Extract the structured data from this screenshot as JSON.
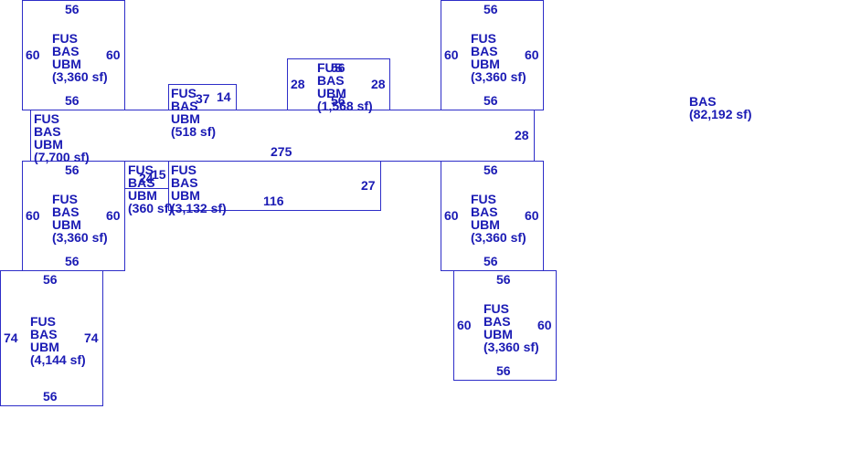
{
  "sketch": {
    "total": {
      "code": "BAS",
      "area": "(82,192 sf)"
    },
    "main_corridor": {
      "codes": [
        "FUS",
        "BAS",
        "UBM"
      ],
      "area": "(7,700 sf)",
      "dims": {
        "length": "275",
        "depth": "28"
      }
    },
    "lower_corridor": {
      "codes": [
        "FUS",
        "BAS",
        "UBM"
      ],
      "area": "(3,132 sf)",
      "dims": {
        "length": "116",
        "depth": "27"
      }
    },
    "lower_small": {
      "codes": [
        "FUS",
        "BAS",
        "UBM"
      ],
      "area": "(360 sf)",
      "dims": {
        "a": "24",
        "b": "15"
      }
    },
    "upper_small": {
      "codes": [
        "FUS",
        "BAS",
        "UBM"
      ],
      "area": "(518 sf)",
      "dims": {
        "a": "37",
        "b": "14"
      }
    },
    "upper_mid": {
      "codes": [
        "FUS",
        "BAS",
        "UBM"
      ],
      "area": "(1,568 sf)",
      "dims": {
        "top": "56",
        "inner": "56",
        "left": "28",
        "right": "28"
      }
    },
    "top_left": {
      "codes": [
        "FUS",
        "BAS",
        "UBM"
      ],
      "area": "(3,360 sf)",
      "dims": {
        "top": "56",
        "bottom": "56",
        "left": "60",
        "right": "60"
      }
    },
    "top_right": {
      "codes": [
        "FUS",
        "BAS",
        "UBM"
      ],
      "area": "(3,360 sf)",
      "dims": {
        "top": "56",
        "bottom": "56",
        "left": "60",
        "right": "60"
      }
    },
    "mid_left": {
      "codes": [
        "FUS",
        "BAS",
        "UBM"
      ],
      "area": "(3,360 sf)",
      "dims": {
        "top": "56",
        "bottom": "56",
        "left": "60",
        "right": "60"
      }
    },
    "mid_right": {
      "codes": [
        "FUS",
        "BAS",
        "UBM"
      ],
      "area": "(3,360 sf)",
      "dims": {
        "top": "56",
        "bottom": "56",
        "left": "60",
        "right": "60"
      }
    },
    "bottom_left": {
      "codes": [
        "FUS",
        "BAS",
        "UBM"
      ],
      "area": "(4,144 sf)",
      "dims": {
        "top": "56",
        "bottom": "56",
        "left": "74",
        "right": "74"
      }
    },
    "bottom_right": {
      "codes": [
        "FUS",
        "BAS",
        "UBM"
      ],
      "area": "(3,360 sf)",
      "dims": {
        "top": "56",
        "bottom": "56",
        "left": "60",
        "right": "60"
      }
    }
  },
  "colors": {
    "line": "#2d2dc8",
    "text": "#1a1ab4",
    "background": "#ffffff"
  }
}
